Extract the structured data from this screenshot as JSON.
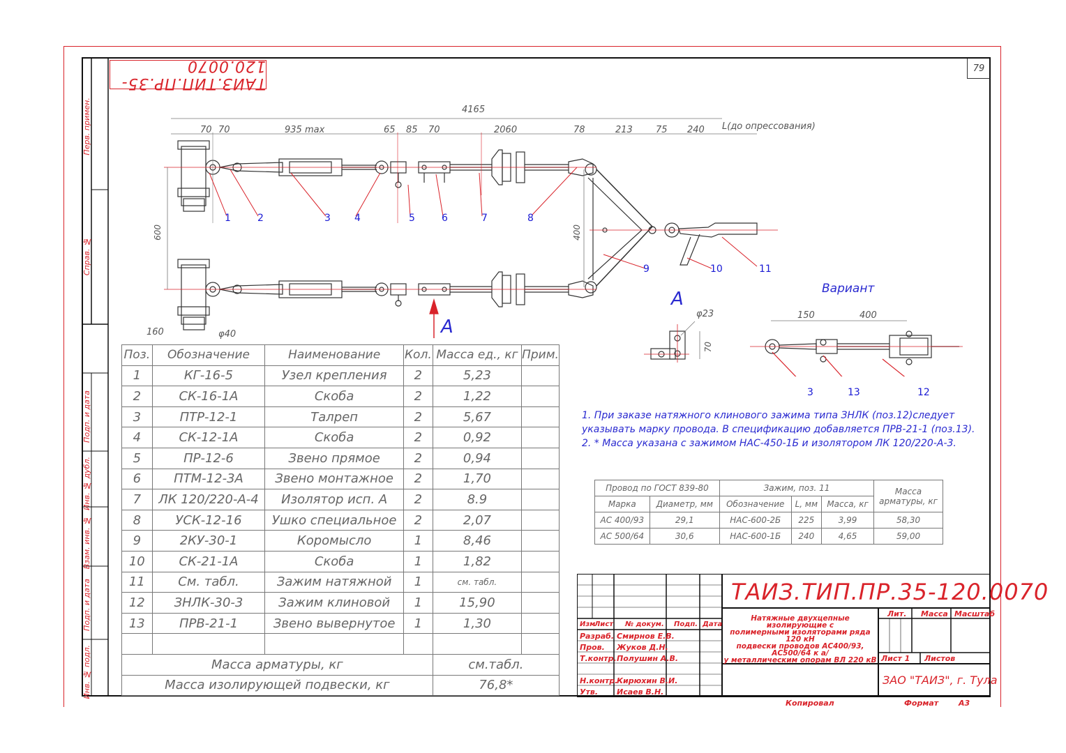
{
  "stamp_code": "ТАИЗ.ТИП.ПР.35-120.0070",
  "page_number": "79",
  "left_strip_labels": [
    "Перв. примен.",
    "Справ. №",
    "Подп. и дата",
    "Инв. № дубл.",
    "Взам. инв. №",
    "Подп. и дата",
    "Инв. № подл."
  ],
  "dimensions": {
    "overall": "4165",
    "segments": [
      "70",
      "70",
      "935  max",
      "65",
      "85",
      "70",
      "2060",
      "78",
      "213",
      "75",
      "240"
    ],
    "l_label": "L(до опрессования)",
    "height": "600",
    "arm": "400",
    "base": "160",
    "dia": "φ40"
  },
  "callouts": [
    "1",
    "2",
    "3",
    "4",
    "5",
    "6",
    "7",
    "8",
    "9",
    "10",
    "11"
  ],
  "view_a": {
    "label": "A",
    "dia": "φ23",
    "dim": "70"
  },
  "variant": {
    "title": "Вариант",
    "dim1": "150",
    "dim2": "400",
    "callouts": [
      "3",
      "13",
      "12"
    ]
  },
  "spec_table": {
    "headers": [
      "Поз.",
      "Обозначение",
      "Наименование",
      "Кол.",
      "Масса ед., кг",
      "Прим."
    ],
    "rows": [
      [
        "1",
        "КГ-16-5",
        "Узел крепления",
        "2",
        "5,23",
        ""
      ],
      [
        "2",
        "СК-16-1А",
        "Скоба",
        "2",
        "1,22",
        ""
      ],
      [
        "3",
        "ПТР-12-1",
        "Талреп",
        "2",
        "5,67",
        ""
      ],
      [
        "4",
        "СК-12-1А",
        "Скоба",
        "2",
        "0,92",
        ""
      ],
      [
        "5",
        "ПР-12-6",
        "Звено прямое",
        "2",
        "0,94",
        ""
      ],
      [
        "6",
        "ПТМ-12-3А",
        "Звено монтажное",
        "2",
        "1,70",
        ""
      ],
      [
        "7",
        "ЛК 120/220-А-4",
        "Изолятор исп. А",
        "2",
        "8.9",
        ""
      ],
      [
        "8",
        "УСК-12-16",
        "Ушко специальное",
        "2",
        "2,07",
        ""
      ],
      [
        "9",
        "2КУ-30-1",
        "Коромысло",
        "1",
        "8,46",
        ""
      ],
      [
        "10",
        "СК-21-1А",
        "Скоба",
        "1",
        "1,82",
        ""
      ],
      [
        "11",
        "См. табл.",
        "Зажим натяжной",
        "1",
        "см. табл.",
        ""
      ],
      [
        "12",
        "ЗНЛК-30-3",
        "Зажим клиновой",
        "1",
        "15,90",
        ""
      ],
      [
        "13",
        "ПРВ-21-1",
        "Звено вывернутое",
        "1",
        "1,30",
        ""
      ],
      [
        "",
        "",
        "",
        "",
        "",
        ""
      ]
    ],
    "total_armature_label": "Масса арматуры, кг",
    "total_armature_value": "см.табл.",
    "total_suspension_label": "Масса изолирующей подвески, кг",
    "total_suspension_value": "76,8*"
  },
  "notes": [
    "1. При заказе натяжного клинового зажима типа ЗНЛК (поз.12)следует",
    "указывать марку провода. В спецификацию добавляется ПРВ-21-1 (поз.13).",
    "2. * Масса указана с зажимом НАС-450-1Б и изолятором ЛК 120/220-А-3."
  ],
  "variant_table": {
    "group1": "Провод по ГОСТ 839-80",
    "group2": "Зажим, поз. 11",
    "group3": "Масса арматуры, кг",
    "sub": [
      "Марка",
      "Диаметр, мм",
      "Обозначение",
      "L, мм",
      "Масса, кг"
    ],
    "rows": [
      [
        "АС 400/93",
        "29,1",
        "НАС-600-2Б",
        "225",
        "3,99",
        "58,30"
      ],
      [
        "АС 500/64",
        "30,6",
        "НАС-600-1Б",
        "240",
        "4,65",
        "59,00"
      ]
    ]
  },
  "title_block": {
    "code": "ТАИЗ.ТИП.ПР.35-120.0070",
    "description": [
      "Натяжные двухцепные изолирующие с",
      "полимерными изоляторами ряда 120 кН",
      "подвески проводов АС400/93, АС500/64 к а/",
      "у металлическим опорам ВЛ 220 кВ"
    ],
    "col_headers": [
      "Изм",
      "Лист",
      "№ докум.",
      "Подп.",
      "Дата"
    ],
    "roles": [
      {
        "role": "Разраб.",
        "name": "Смирнов Е.В."
      },
      {
        "role": "Пров.",
        "name": "Жуков Д.Н."
      },
      {
        "role": "Т.контр.",
        "name": "Полушин А.В."
      },
      {
        "role": "Н.контр.",
        "name": "Кирюхин В.И."
      },
      {
        "role": "Утв.",
        "name": "Исаев В.Н."
      }
    ],
    "lit": "Лит.",
    "mass": "Масса",
    "scale": "Масштаб",
    "sheet": "Лист  1",
    "sheets": "Листов",
    "company": "ЗАО \"ТАИЗ\", г. Тула"
  },
  "footer": {
    "copied": "Копировал",
    "format_label": "Формат",
    "format_value": "А3"
  }
}
